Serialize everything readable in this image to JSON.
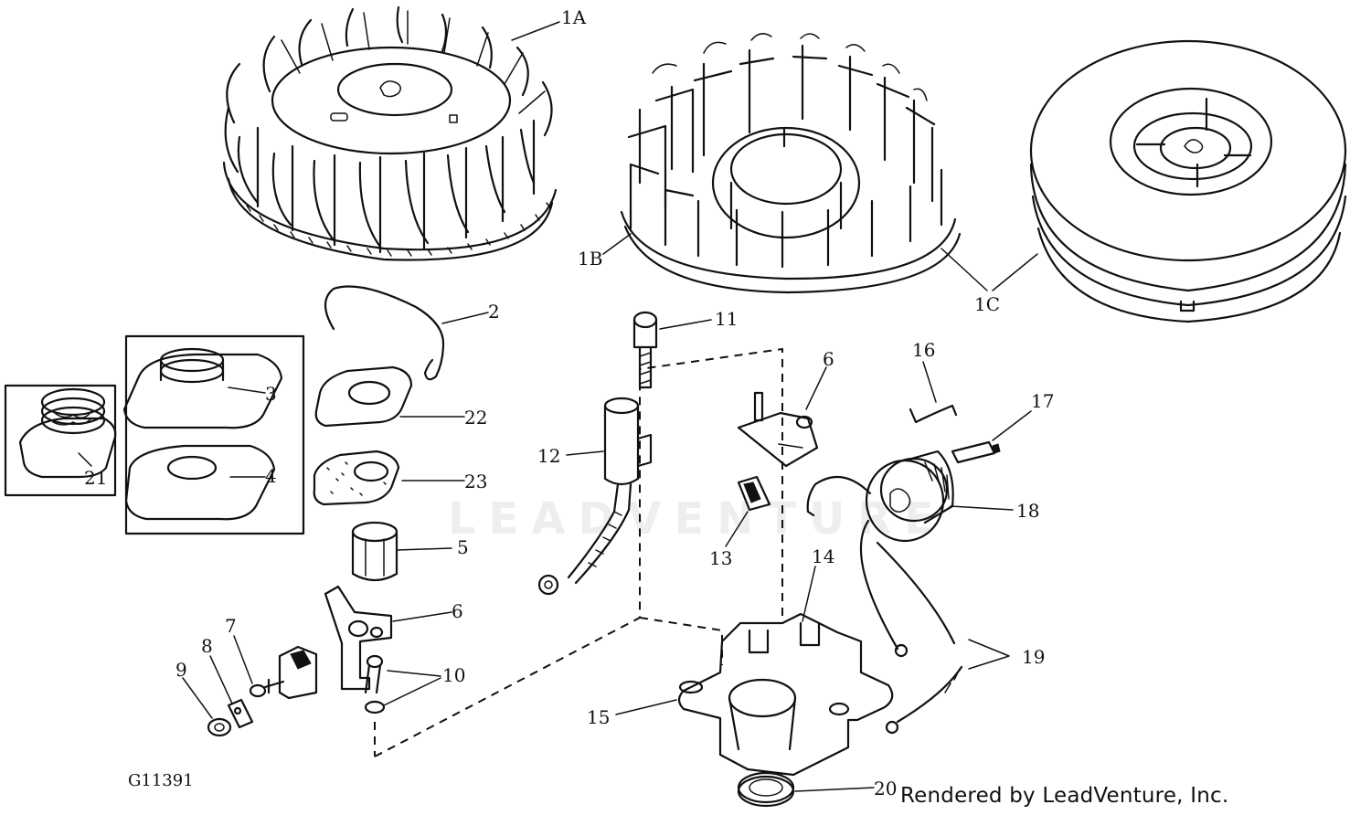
{
  "callouts": [
    {
      "id": "c-1a",
      "text": "1A"
    },
    {
      "id": "c-1b",
      "text": "1B"
    },
    {
      "id": "c-1c",
      "text": "1C"
    },
    {
      "id": "c-2",
      "text": "2"
    },
    {
      "id": "c-3",
      "text": "3"
    },
    {
      "id": "c-4",
      "text": "4"
    },
    {
      "id": "c-5",
      "text": "5"
    },
    {
      "id": "c-6a",
      "text": "6"
    },
    {
      "id": "c-6b",
      "text": "6"
    },
    {
      "id": "c-7",
      "text": "7"
    },
    {
      "id": "c-8",
      "text": "8"
    },
    {
      "id": "c-9",
      "text": "9"
    },
    {
      "id": "c-10",
      "text": "10"
    },
    {
      "id": "c-11",
      "text": "11"
    },
    {
      "id": "c-12",
      "text": "12"
    },
    {
      "id": "c-13",
      "text": "13"
    },
    {
      "id": "c-14",
      "text": "14"
    },
    {
      "id": "c-15",
      "text": "15"
    },
    {
      "id": "c-16",
      "text": "16"
    },
    {
      "id": "c-17",
      "text": "17"
    },
    {
      "id": "c-18",
      "text": "18"
    },
    {
      "id": "c-19",
      "text": "19"
    },
    {
      "id": "c-20",
      "text": "20"
    },
    {
      "id": "c-21",
      "text": "21"
    },
    {
      "id": "c-22",
      "text": "22"
    },
    {
      "id": "c-23",
      "text": "23"
    }
  ],
  "figure_id": "G11391",
  "credit": "Rendered by LeadVenture, Inc.",
  "watermark": "LEADVENTURE"
}
